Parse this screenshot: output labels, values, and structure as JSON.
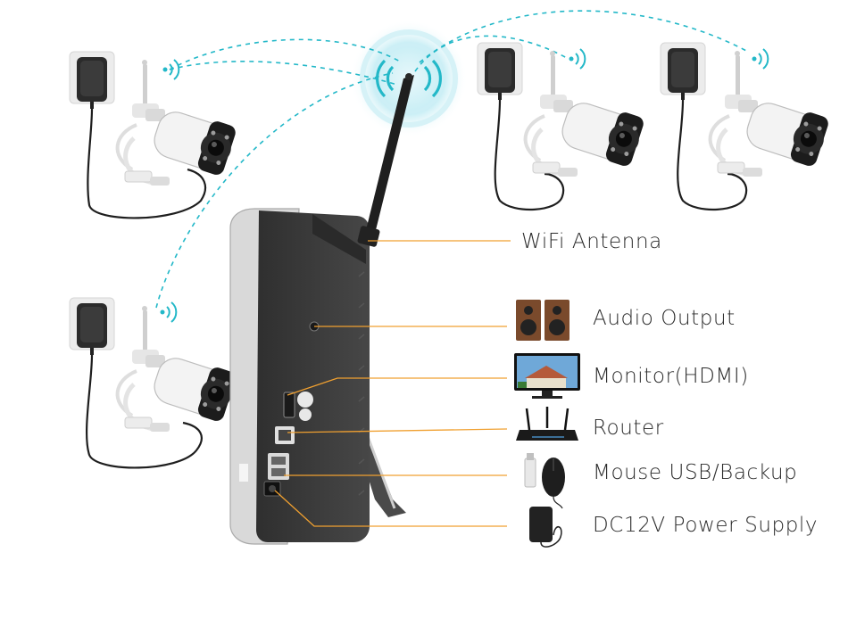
{
  "colors": {
    "wifi_link": "#23b8c8",
    "callout_line": "#f0a030",
    "nvr_body": "#3a3a3a",
    "nvr_frame": "#c9c9c9",
    "camera_body": "#f4f4f4",
    "camera_lens": "#111111",
    "signal_glow": "#bfe9f2",
    "label_text": "#2b2b2b"
  },
  "labels": {
    "wifi_antenna": "WiFi Antenna",
    "audio_output": "Audio Output",
    "monitor": "Monitor(HDMI)",
    "router": "Router",
    "mouse_usb": "Mouse USB/Backup",
    "power_supply": "DC12V Power Supply"
  },
  "icons": {
    "speakers": "speakers-icon",
    "monitor": "monitor-icon",
    "router": "router-icon",
    "mouse": "mouse-usb-icon",
    "adapter": "power-adapter-icon",
    "camera": "wifi-camera-icon",
    "signal": "wifi-signal-icon"
  }
}
